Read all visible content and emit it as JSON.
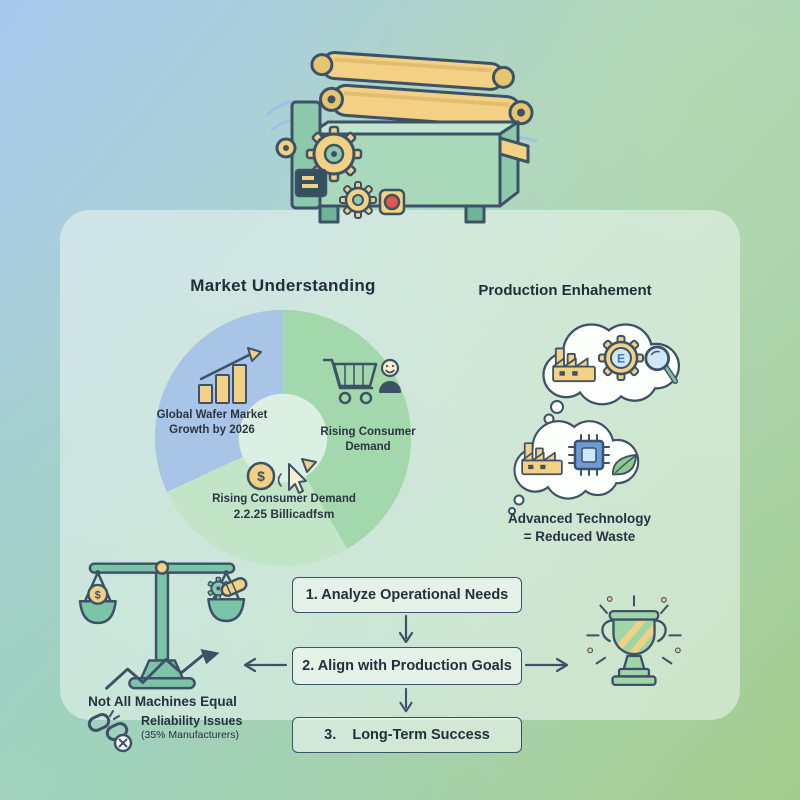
{
  "colors": {
    "outline": "#3d5266",
    "accent_yellow": "#f2d184",
    "teal": "#7cc4a8",
    "machine_green": "#a9d8bb",
    "chip_blue": "#6d9bd8",
    "leaf_green": "#8ccb8c",
    "segment_blue": "#a8c4e6",
    "segment_green": "#a2d8ab",
    "segment_light": "#c2e5c8",
    "red_button": "#e0584a"
  },
  "icons": {
    "dollar": "$",
    "gear_letter": "E"
  },
  "market": {
    "title": "Market Understanding",
    "blue_label_1": "Global Wafer Market",
    "blue_label_2": "Growth by 2026",
    "green_label": "Rising Consumer Demand",
    "bottom_label_1": "Rising Consumer Demand",
    "bottom_label_2": "2.2.25 Billicadfsm"
  },
  "production": {
    "title": "Production Enhahement",
    "caption_1": "Advanced Technology",
    "caption_2": "= Reduced Waste"
  },
  "comparison": {
    "caption": "Not All Machines Equal",
    "reliability_1": "Reliability Issues",
    "reliability_2": "(35% Manufacturers)"
  },
  "flow": {
    "step_1": "1. Analyze Operational Needs",
    "step_2": "2. Align with Production Goals",
    "step_3": "3.    Long-Term Success"
  }
}
